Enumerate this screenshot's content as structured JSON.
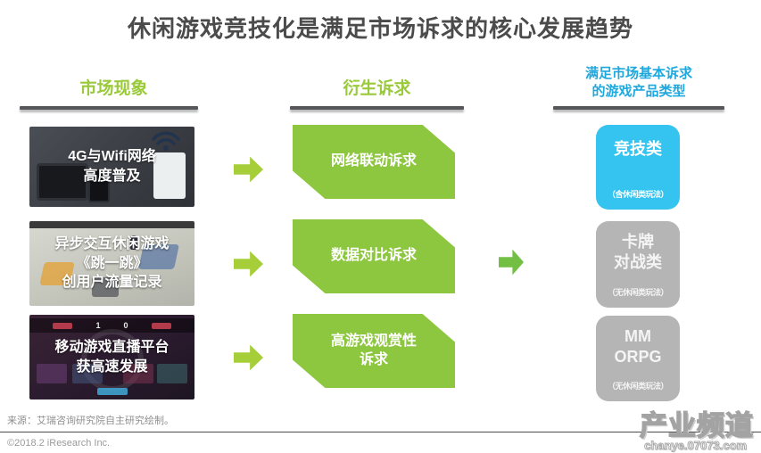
{
  "title": "休闲游戏竞技化是满足市场诉求的核心发展趋势",
  "columns": [
    {
      "header": "市场现象"
    },
    {
      "header": "衍生诉求"
    },
    {
      "header_line1": "满足市场基本诉求",
      "header_line2": "的游戏产品类型"
    }
  ],
  "phenomena": [
    {
      "lines": [
        "4G与Wifi网络",
        "高度普及"
      ]
    },
    {
      "lines": [
        "异步交互休闲游戏",
        "《跳一跳》",
        "创用户流量记录"
      ]
    },
    {
      "lines": [
        "移动游戏直播平台",
        "获高速发展"
      ],
      "scoreboard_left": "1",
      "scoreboard_right": "0"
    }
  ],
  "demands": [
    {
      "lines": [
        "网络联动诉求",
        ""
      ]
    },
    {
      "lines": [
        "数据对比诉求",
        ""
      ]
    },
    {
      "lines": [
        "高游戏观赏性",
        "诉求"
      ]
    }
  ],
  "products": [
    {
      "name_lines": [
        "竞技类",
        ""
      ],
      "note": "（含休闲类玩法）"
    },
    {
      "name_lines": [
        "卡牌",
        "对战类"
      ],
      "note": "（无休闲类玩法）"
    },
    {
      "name_lines": [
        "MM",
        "ORPG"
      ],
      "note": "（无休闲类玩法）"
    }
  ],
  "footer": {
    "source": "来源：艾瑞咨询研究院自主研究绘制。",
    "copyright": "©2018.2 iResearch Inc."
  },
  "watermark": {
    "title": "产业频道",
    "url": "chanye.07073.com"
  },
  "colors": {
    "accent_green": "#8dc63f",
    "arrow_yellow_green": "#a6ce39",
    "arrow_green": "#72bf44",
    "accent_blue": "#35c4f0",
    "header_blue": "#1fa8dd",
    "header_green": "#9aca3b",
    "box_gray": "#b5b5b6"
  }
}
